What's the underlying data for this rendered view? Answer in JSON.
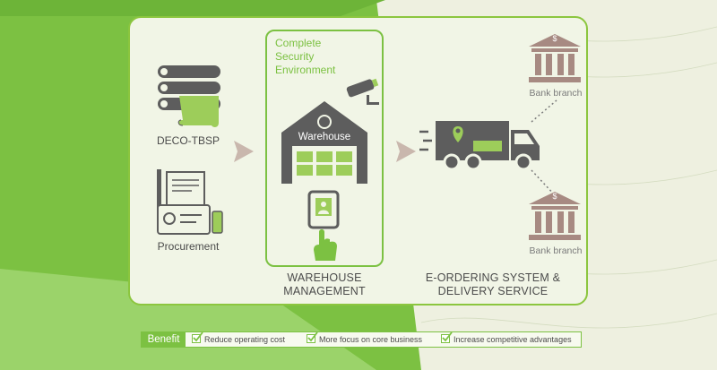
{
  "diagram": {
    "wh_box_title": [
      "Complete",
      "Security",
      "Environment"
    ],
    "deco_label": "DECO-TBSP",
    "procurement_label": "Procurement",
    "warehouse_sign": "Warehouse",
    "warehouse_caption": [
      "WAREHOUSE",
      "MANAGEMENT"
    ],
    "eordering_caption": [
      "E-ORDERING SYSTEM &",
      "DELIVERY SERVICE"
    ],
    "bank_top_label": "Bank branch",
    "bank_bottom_label": "Bank branch",
    "bank_icon_symbol": "$"
  },
  "benefit": {
    "tag": "Benefit",
    "items": [
      "Reduce operating cost",
      "More focus on core business",
      "Increase competitive advantages"
    ]
  },
  "colors": {
    "green": "#7cc142",
    "dark_gray": "#5d5d5d",
    "panel": "#f1f5e6",
    "bank_brown": "#a78a82"
  },
  "icons": [
    "server-stack-icon",
    "paper-scroll-icon",
    "document-pen-icon",
    "id-card-icon",
    "cctv-camera-icon",
    "warehouse-icon",
    "fingerprint-scanner-icon",
    "delivery-truck-icon",
    "bank-icon"
  ]
}
